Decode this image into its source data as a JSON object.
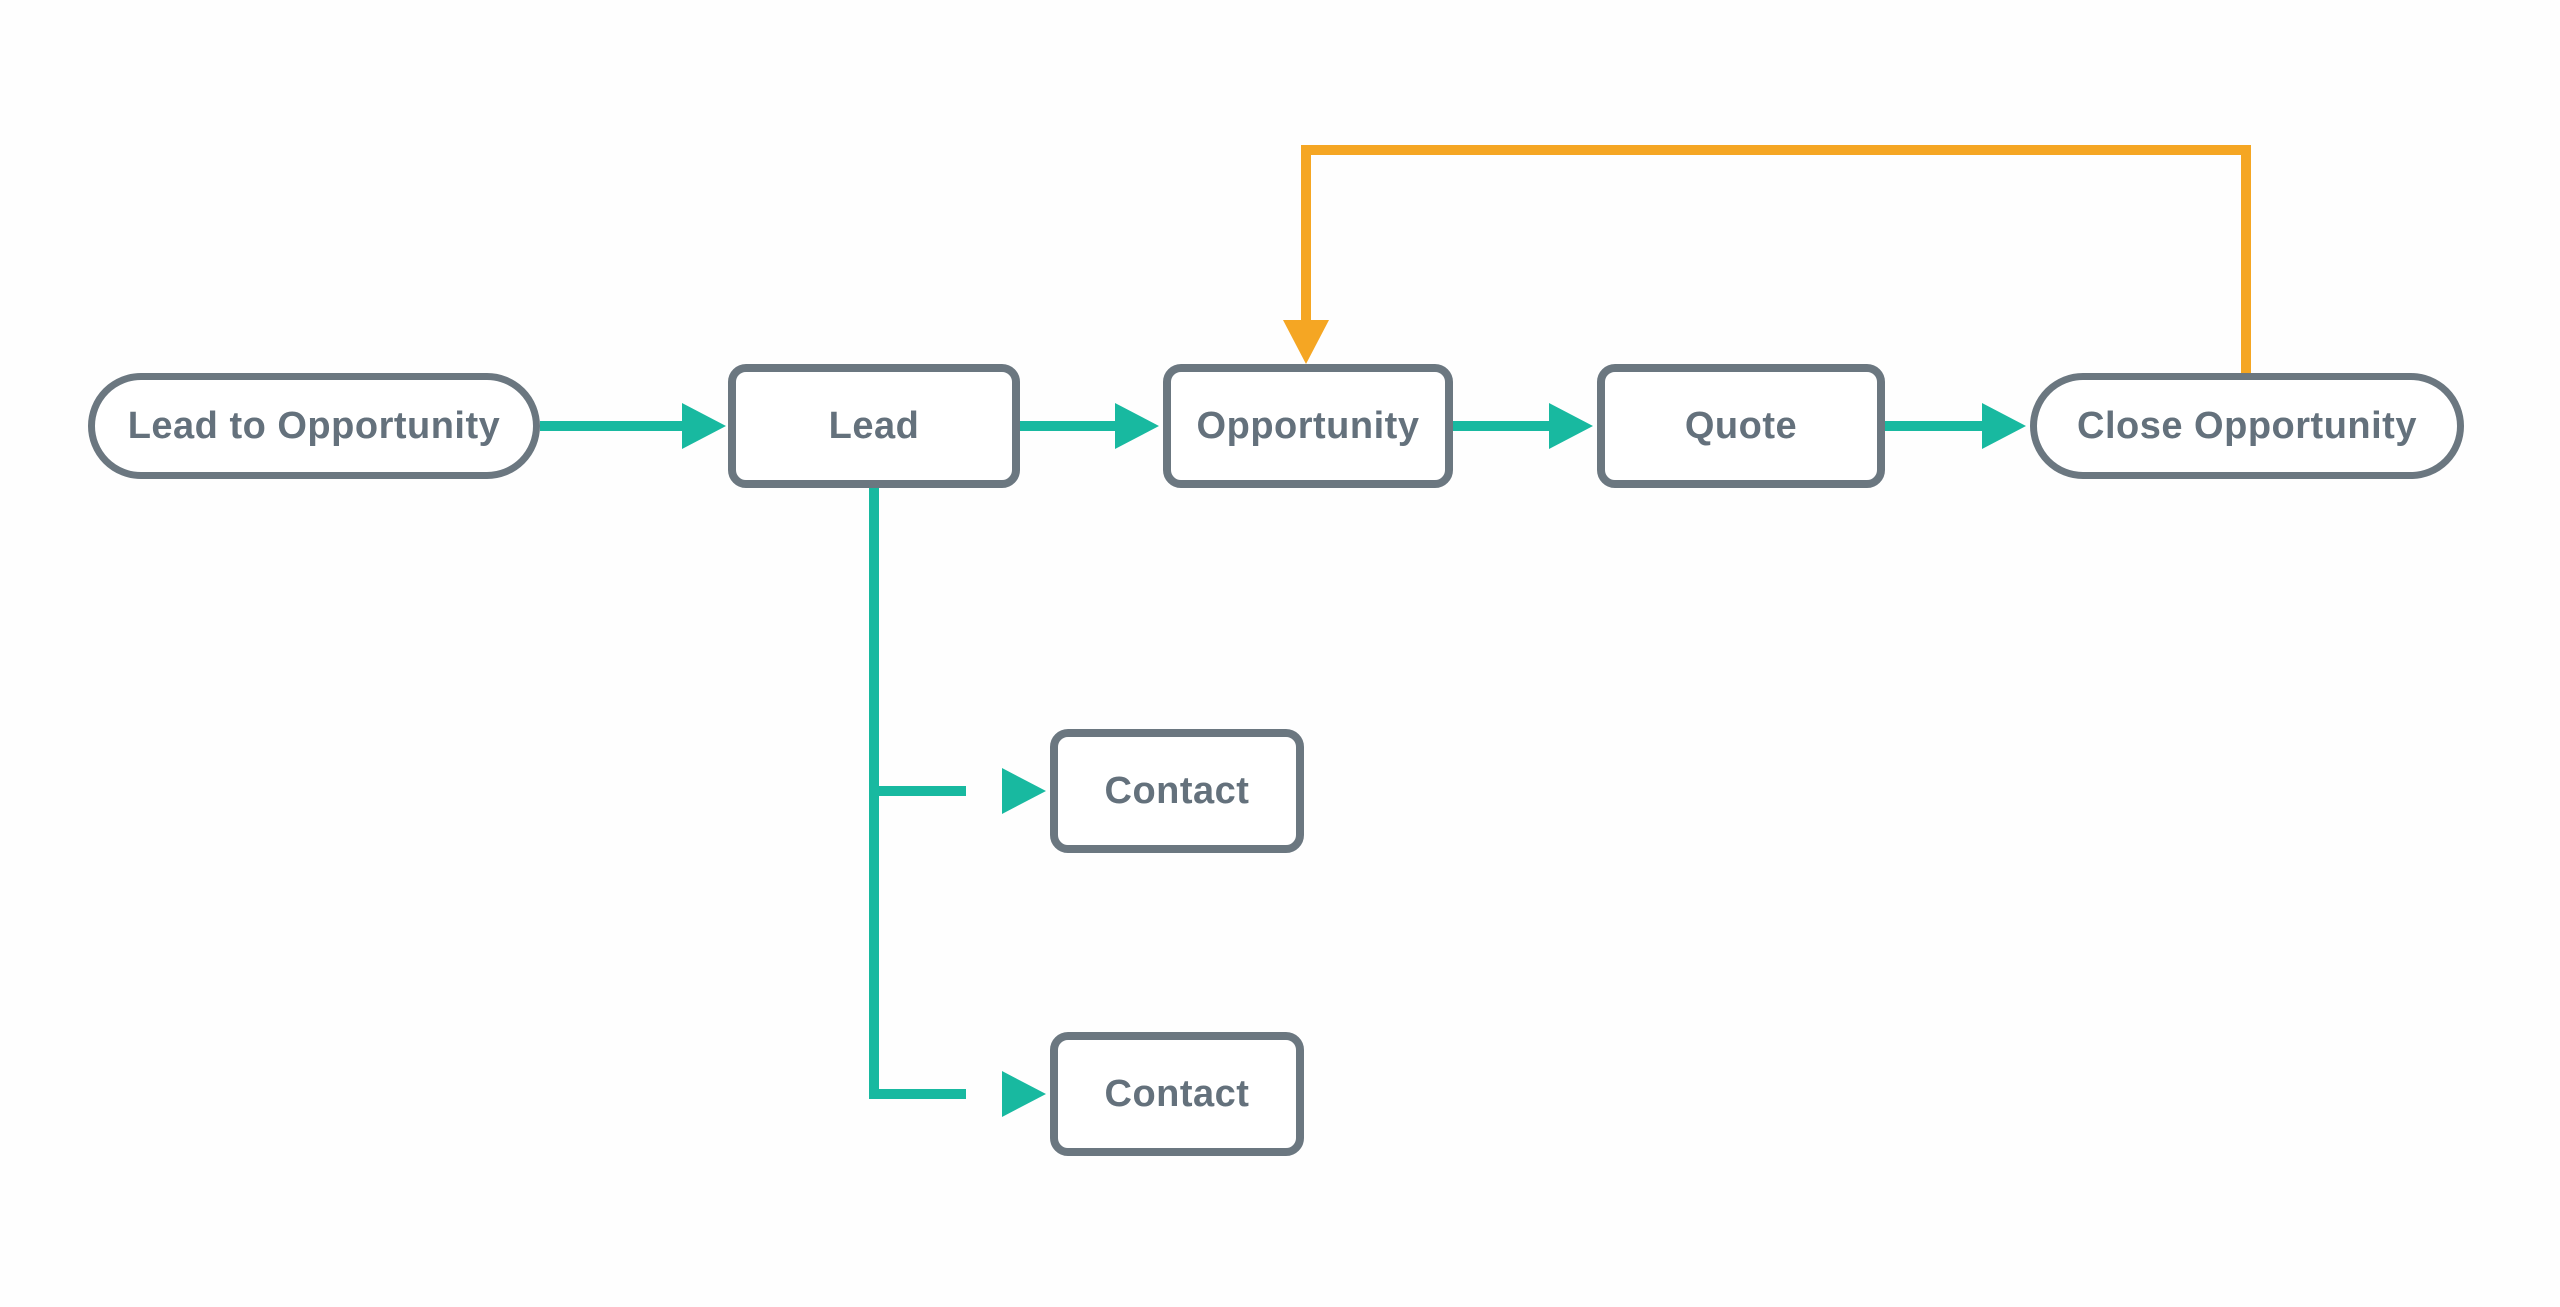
{
  "diagram": {
    "type": "flowchart",
    "nodes": {
      "start": {
        "label": "Lead to Opportunity",
        "shape": "pill"
      },
      "lead": {
        "label": "Lead",
        "shape": "rect"
      },
      "opportunity": {
        "label": "Opportunity",
        "shape": "rect"
      },
      "quote": {
        "label": "Quote",
        "shape": "rect"
      },
      "close": {
        "label": "Close Opportunity",
        "shape": "pill"
      },
      "contact_top": {
        "label": "Contact",
        "shape": "rect"
      },
      "contact_bottom": {
        "label": "Contact",
        "shape": "rect"
      }
    },
    "edges": [
      {
        "from": "Lead to Opportunity",
        "to": "Lead",
        "color": "teal",
        "style": "arrow"
      },
      {
        "from": "Lead",
        "to": "Opportunity",
        "color": "teal",
        "style": "arrow"
      },
      {
        "from": "Opportunity",
        "to": "Quote",
        "color": "teal",
        "style": "arrow"
      },
      {
        "from": "Quote",
        "to": "Close Opportunity",
        "color": "teal",
        "style": "arrow"
      },
      {
        "from": "Lead",
        "to": "Contact (top)",
        "color": "teal",
        "style": "arrow, elbow down-right"
      },
      {
        "from": "Lead",
        "to": "Contact (bottom)",
        "color": "teal",
        "style": "arrow, elbow down-right"
      },
      {
        "from": "Close Opportunity",
        "to": "Opportunity",
        "color": "orange",
        "style": "arrow, loop over top"
      }
    ]
  },
  "colors": {
    "background": "#FEFEFE",
    "node_fill": "#FFFFFF",
    "node_border": "#6B7780",
    "node_text": "#64717C",
    "flow_connector": "#18B9A0",
    "return_connector": "#F5A623"
  }
}
